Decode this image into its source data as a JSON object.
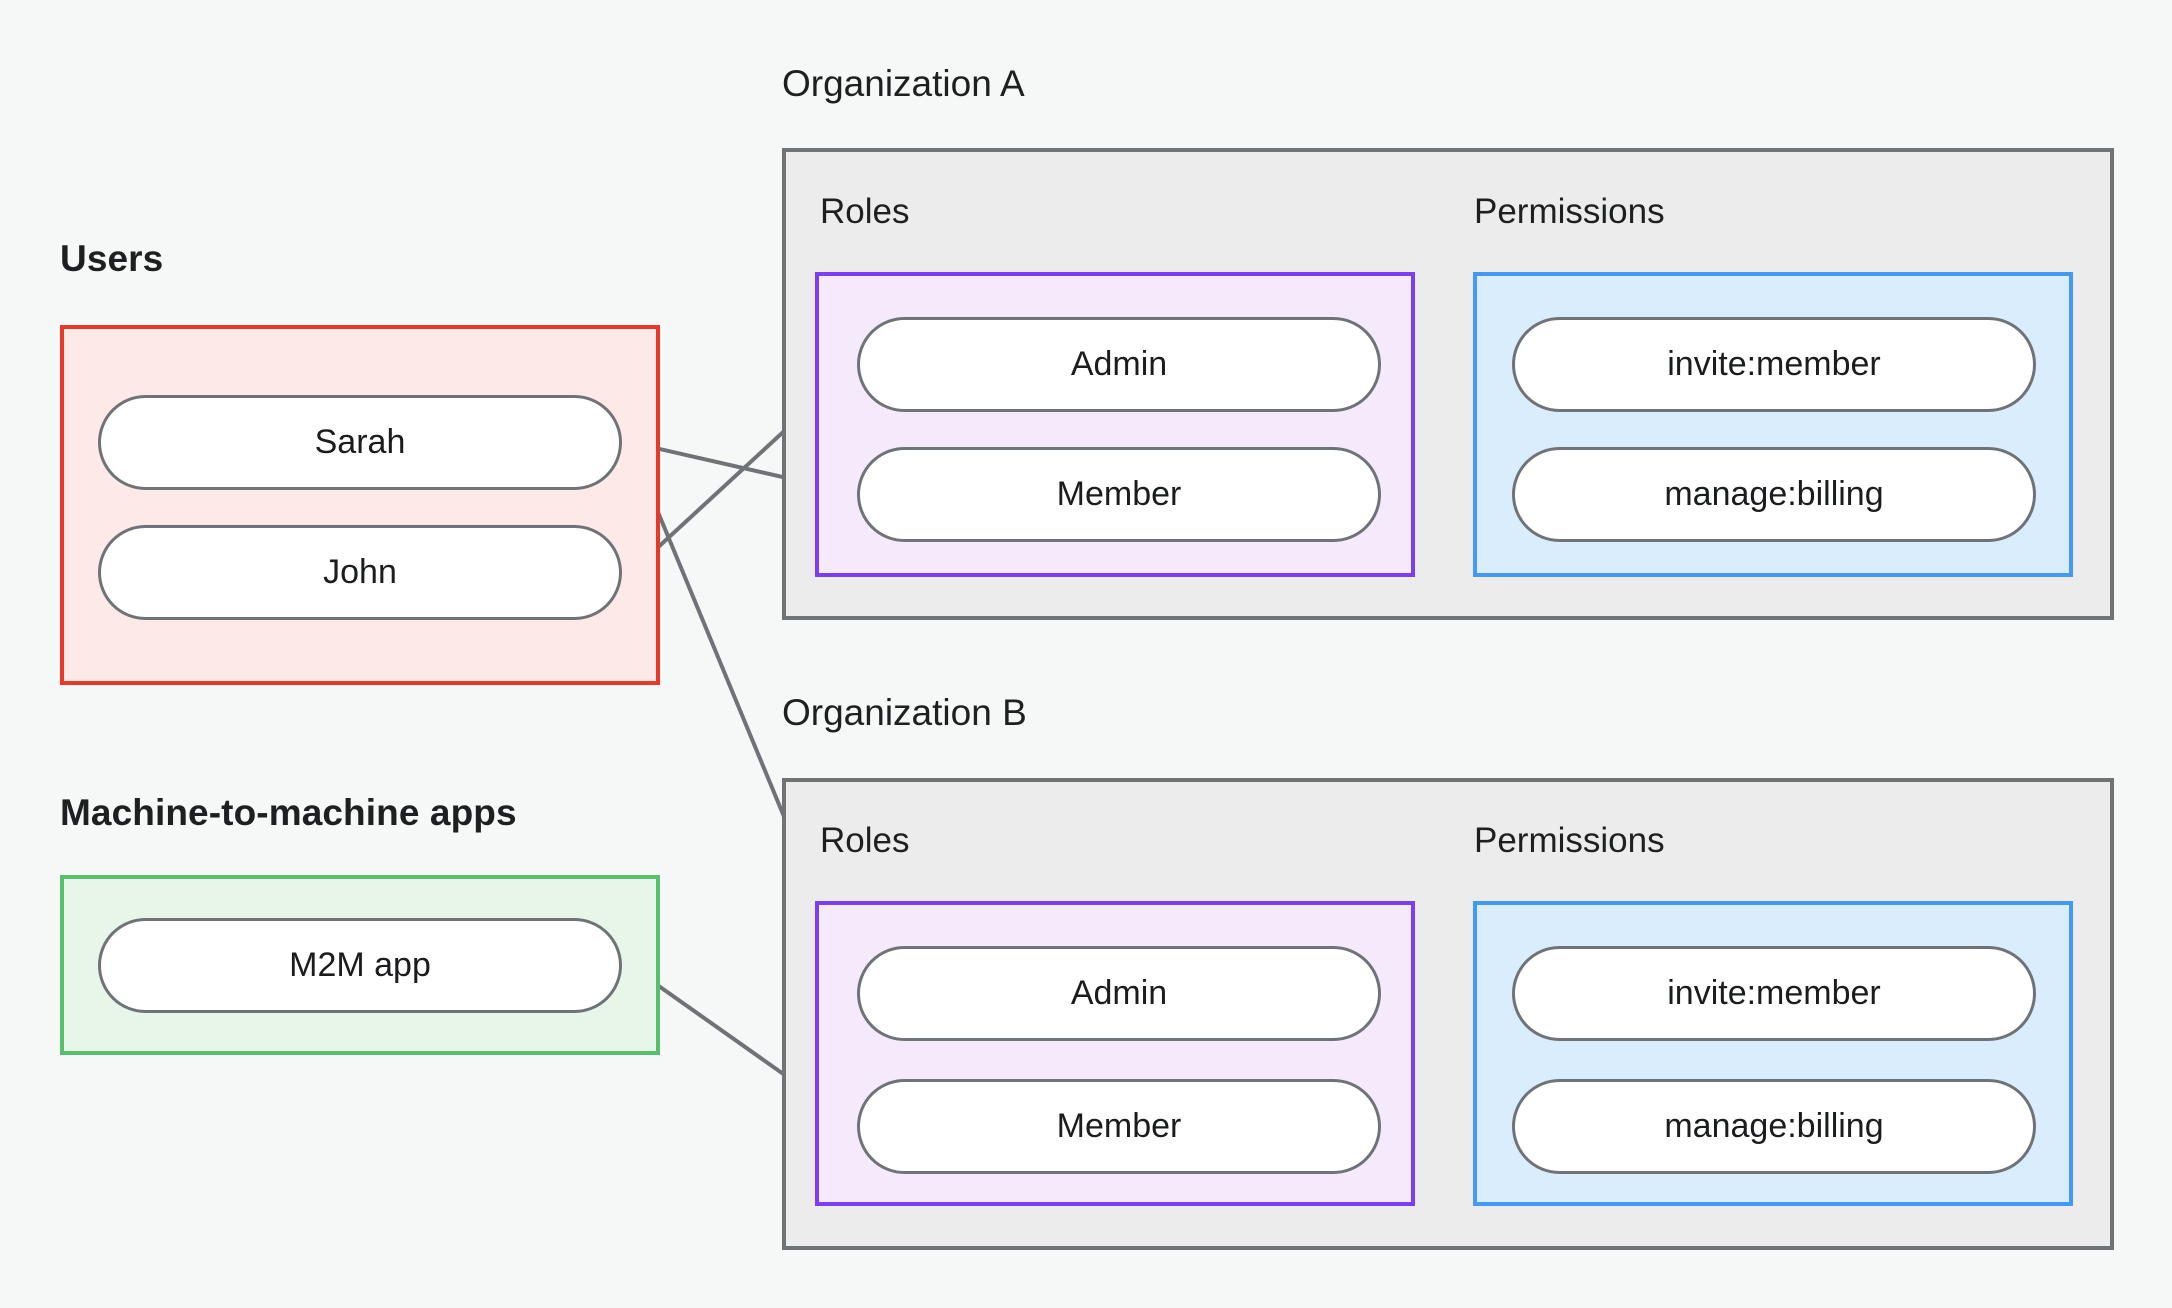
{
  "diagram": {
    "title_users": "Users",
    "title_m2m": "Machine-to-machine apps",
    "title_org_a": "Organization A",
    "title_org_b": "Organization B",
    "label_roles": "Roles",
    "label_permissions": "Permissions",
    "colors": {
      "background": "#f6f8f7",
      "users_border": "#e8382a",
      "users_fill": "#fdeae8",
      "m2m_border": "#58bf6a",
      "m2m_fill": "#e8f6e9",
      "org_border": "#6f7377",
      "org_fill": "#ececec",
      "roles_border": "#7c3ef5",
      "roles_fill": "#f4eafc",
      "perms_border": "#4399f7",
      "perms_fill": "#daedfd",
      "node_border": "#6f7377",
      "node_fill": "#ffffff",
      "edge": "#6f7377",
      "text": "#1d1f21"
    },
    "users": [
      {
        "id": "sarah",
        "label": "Sarah"
      },
      {
        "id": "john",
        "label": "John"
      }
    ],
    "m2m_apps": [
      {
        "id": "m2m-app",
        "label": "M2M app"
      }
    ],
    "org_a": {
      "roles": [
        {
          "id": "a-admin",
          "label": "Admin"
        },
        {
          "id": "a-member",
          "label": "Member"
        }
      ],
      "permissions": [
        {
          "id": "a-invite",
          "label": "invite:member"
        },
        {
          "id": "a-billing",
          "label": "manage:billing"
        }
      ]
    },
    "org_b": {
      "roles": [
        {
          "id": "b-admin",
          "label": "Admin"
        },
        {
          "id": "b-member",
          "label": "Member"
        }
      ],
      "permissions": [
        {
          "id": "b-invite",
          "label": "invite:member"
        },
        {
          "id": "b-billing",
          "label": "manage:billing"
        }
      ]
    },
    "edges": [
      {
        "from": "john",
        "to": "a-admin"
      },
      {
        "from": "sarah",
        "to": "a-member"
      },
      {
        "from": "sarah",
        "to": "b-admin"
      },
      {
        "from": "m2m-app",
        "to": "b-member"
      },
      {
        "from": "a-admin",
        "to": "a-invite"
      },
      {
        "from": "a-admin",
        "to": "a-billing"
      },
      {
        "from": "a-member",
        "to": "a-billing"
      },
      {
        "from": "b-admin",
        "to": "b-invite"
      },
      {
        "from": "b-admin",
        "to": "b-billing"
      },
      {
        "from": "b-member",
        "to": "b-billing"
      }
    ]
  }
}
